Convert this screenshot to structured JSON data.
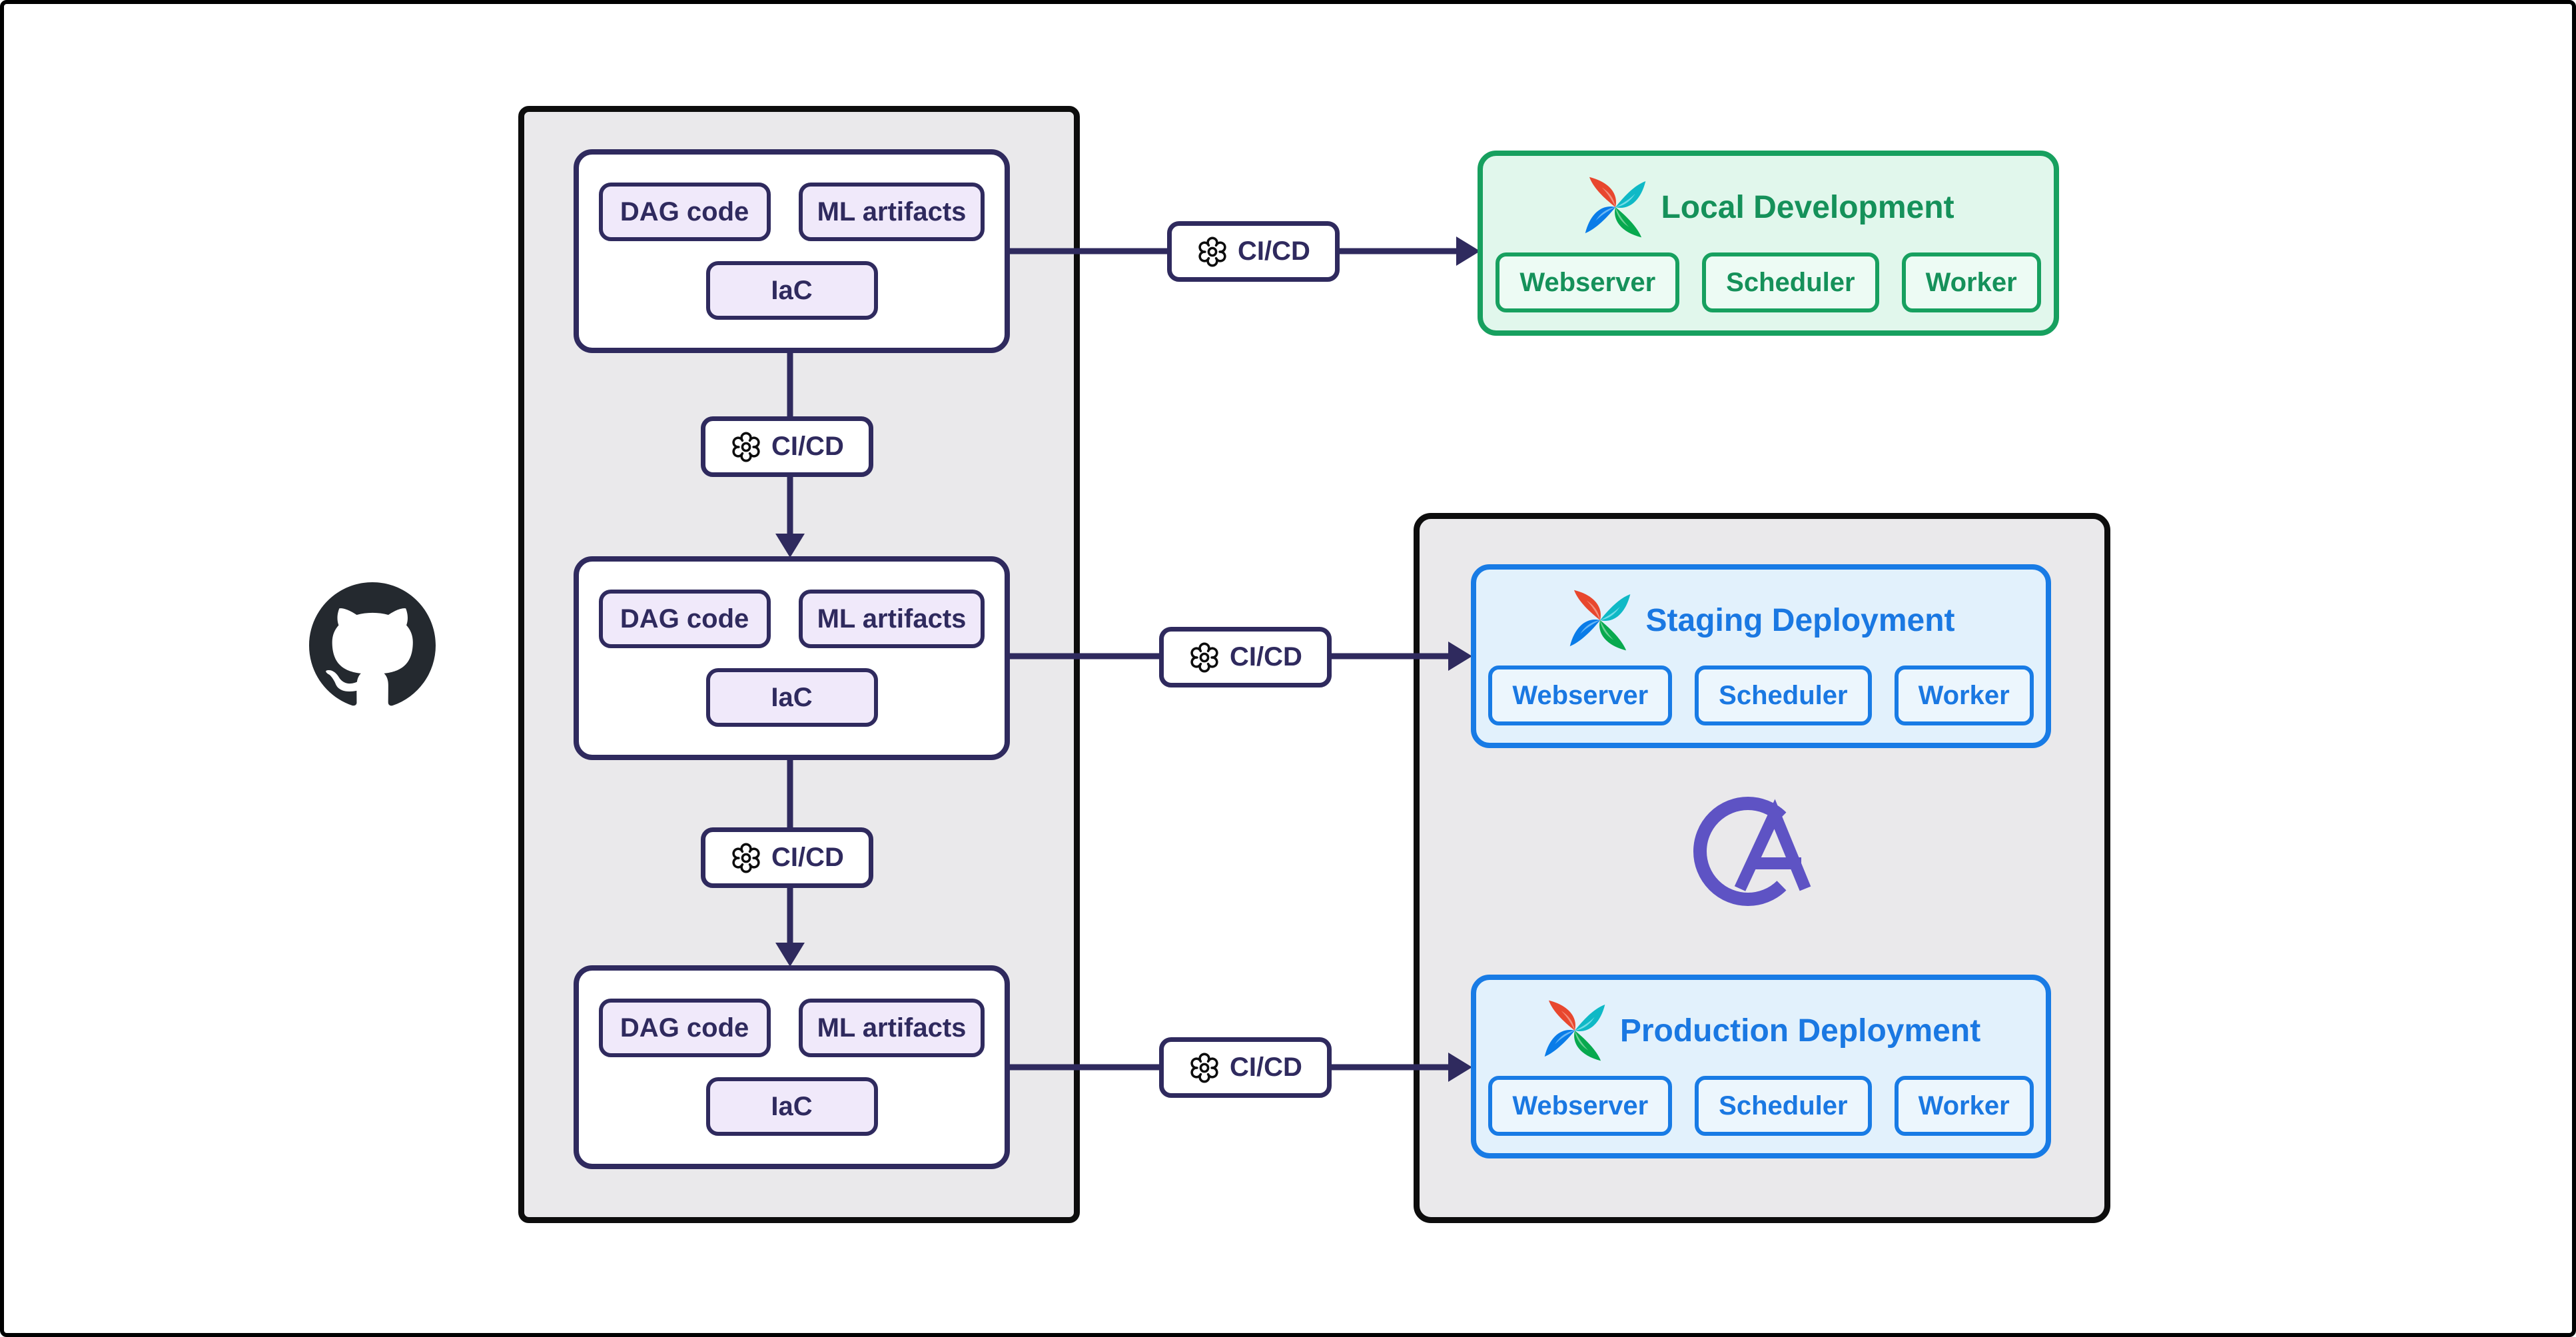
{
  "colors": {
    "navy": "#2f2a5e",
    "ink": "#0d0d0d",
    "panel-gray": "#eae9eb",
    "chip-lavender": "#f0e9fa",
    "green": "#17a05f",
    "green-text": "#15915a",
    "green-bg": "#e1f7ec",
    "green-chip-bg": "#edfbf4",
    "blue": "#187be5",
    "blue-text": "#1a78e2",
    "blue-bg": "#e2f1fc",
    "blue-chip-bg": "#ecf6fd",
    "purple": "#5e53c4",
    "github-black": "#24292f",
    "airflow-red": "#e8472e",
    "airflow-red-light": "#f2907e",
    "airflow-teal": "#0fb9c6",
    "airflow-teal-light": "#74dde8",
    "airflow-blue": "#0a7ce8",
    "airflow-blue-light": "#6cb8f5",
    "airflow-green": "#08a94e",
    "airflow-green-light": "#6fd096"
  },
  "icons": {
    "github": "github-octocat-logo",
    "airflow": "airflow-pinwheel-logo",
    "astronomer": "astronomer-a-logo",
    "gear": "gear-icon"
  },
  "cicd": {
    "label": "CI/CD"
  },
  "repos": [
    {
      "chips": [
        "DAG code",
        "ML artifacts",
        "IaC"
      ]
    },
    {
      "chips": [
        "DAG code",
        "ML artifacts",
        "IaC"
      ]
    },
    {
      "chips": [
        "DAG code",
        "ML artifacts",
        "IaC"
      ]
    }
  ],
  "deployments": {
    "local": {
      "title": "Local Development",
      "chips": [
        "Webserver",
        "Scheduler",
        "Worker"
      ]
    },
    "staging": {
      "title": "Staging Deployment",
      "chips": [
        "Webserver",
        "Scheduler",
        "Worker"
      ]
    },
    "production": {
      "title": "Production Deployment",
      "chips": [
        "Webserver",
        "Scheduler",
        "Worker"
      ]
    }
  }
}
